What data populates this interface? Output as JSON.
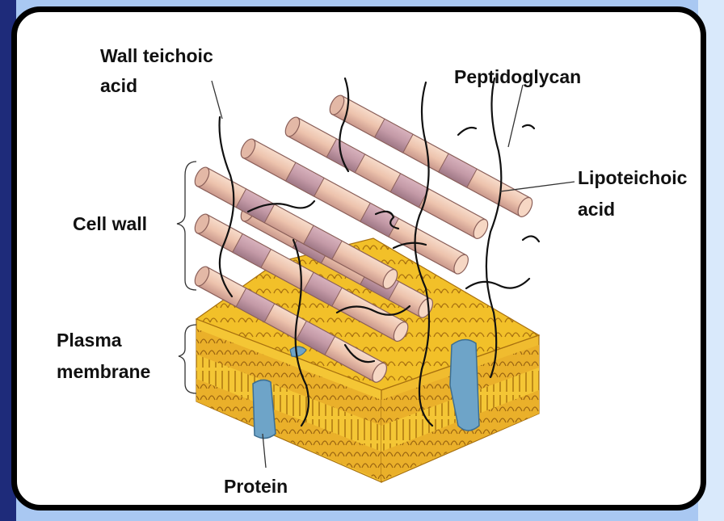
{
  "labels": {
    "wall_teichoic_1": "Wall teichoic",
    "wall_teichoic_2": "acid",
    "peptidoglycan": "Peptidoglycan",
    "lipoteichoic_1": "Lipoteichoic",
    "lipoteichoic_2": "acid",
    "cell_wall": "Cell wall",
    "plasma_1": "Plasma",
    "plasma_2": "membrane",
    "protein": "Protein"
  },
  "colors": {
    "page_background": "#a9c8f2",
    "frame_border": "#000000",
    "membrane_yellow": "#f2c029",
    "membrane_dark": "#b57a12",
    "rod_light": "#f1cdb8",
    "rod_dark": "#c79ca8",
    "protein_blue": "#6ea4c8"
  }
}
